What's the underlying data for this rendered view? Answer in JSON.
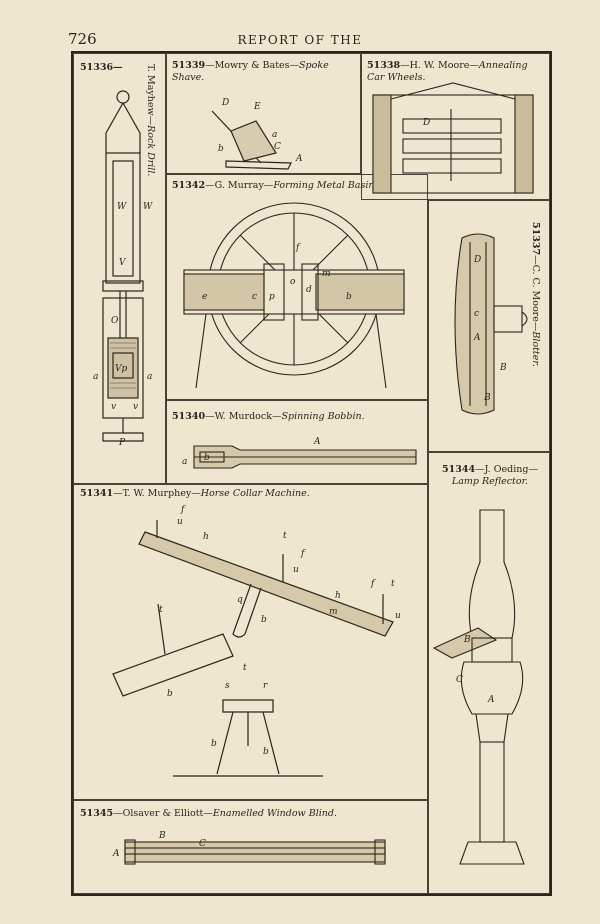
{
  "page": {
    "number": "726",
    "running_head": "REPORT OF THE"
  },
  "patents": [
    {
      "number": "51336—",
      "inventor": "T. Mayhew—",
      "title": "Rock Drill."
    },
    {
      "number": "51339",
      "inventor": "—Mowry & Bates—",
      "title": "Spoke Shave."
    },
    {
      "number": "51338",
      "inventor": "—H. W. Moore—",
      "title": "Annealing Car Wheels."
    },
    {
      "number": "51342",
      "inventor": "—G. Murray—",
      "title": "Forming Metal Basins."
    },
    {
      "number": "51337",
      "inventor": "—C. C. Moore—",
      "title": "Blotter."
    },
    {
      "number": "51340",
      "inventor": "—W. Murdock—",
      "title": "Spinning Bobbin."
    },
    {
      "number": "51344",
      "inventor": "—J. Oeding—",
      "title": "Lamp Reflector."
    },
    {
      "number": "51341",
      "inventor": "—T. W. Murphey—",
      "title": "Horse Collar Machine."
    },
    {
      "number": "51345",
      "inventor": "—Olsaver & Elliott—",
      "title": "Enamelled Window Blind."
    }
  ],
  "figure_labels": {
    "rock_drill": [
      "W",
      "W",
      "V",
      "O",
      "a",
      "a",
      "Vp",
      "v",
      "v",
      "P"
    ],
    "spoke_shave": [
      "D",
      "E",
      "a",
      "C",
      "b",
      "A"
    ],
    "annealing": [
      "D"
    ],
    "basins": [
      "f",
      "e",
      "c",
      "p",
      "o",
      "d",
      "m",
      "b"
    ],
    "blotter": [
      "D",
      "c",
      "A",
      "B",
      "B"
    ],
    "bobbin": [
      "A",
      "a",
      "b"
    ],
    "collar": [
      "f",
      "u",
      "h",
      "t",
      "f",
      "u",
      "q",
      "b",
      "h",
      "m",
      "f",
      "t",
      "u",
      "t",
      "b",
      "t",
      "s",
      "r",
      "b",
      "b"
    ],
    "lamp": [
      "B",
      "C",
      "A"
    ],
    "blind": [
      "B",
      "A",
      "C"
    ]
  }
}
